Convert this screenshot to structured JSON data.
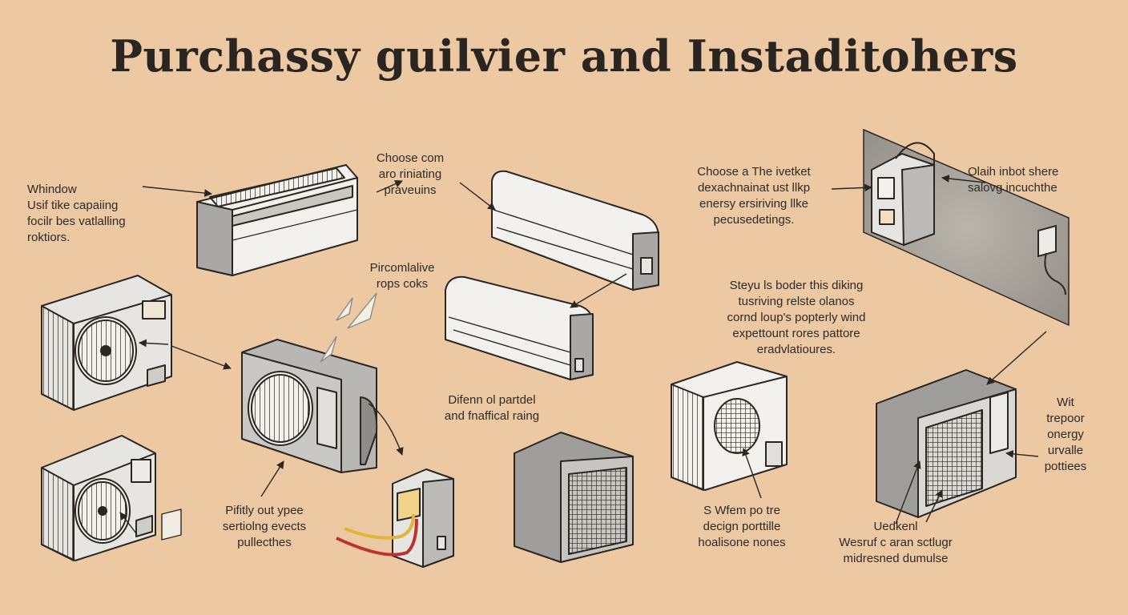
{
  "title": "Purchassy guilvier and Instaditohers",
  "labels": {
    "window": "Whindow\nUsif tike capaiing\nfocilr bes vatlalling\nroktiors.",
    "choose_com": "Choose com\naro riniating\npraveuins",
    "choose_the": "Choose a The ivetket\ndexachnainat ust llkp\nenersy ersiriving llke\npecusedetings.",
    "olaih": "Olaih inbot shere\nsalovg incuchthe",
    "pircomlalive": "Pircomlalive\nrops coks",
    "steyu": "Steyu ls boder this diking\ntusriving relste olanos\ncornd loup's popterly wind\nexpettount rores pattore\neradvlatioures.",
    "difenn": "Difenn ol partdel\nand fnaffical raing",
    "wit": "Wit\ntrepoor\nonergy\nurvalle\npottiees",
    "pifitly": "Pifitly out ypee\nsertiolng evects\npullecthes",
    "swfem": "S Wfem po tre\ndecign porttille\nhoalisone nones",
    "uedkenl": "Uedkenl\nWesruf c aran sctlugr\nmidresned dumulse"
  },
  "colors": {
    "background": "#ecc9a2",
    "ink": "#2b2620",
    "unit_light": "#f2f1ee",
    "unit_gray": "#a9a8a5",
    "wire_red": "#c0312b",
    "wire_yellow": "#e2b43a"
  }
}
